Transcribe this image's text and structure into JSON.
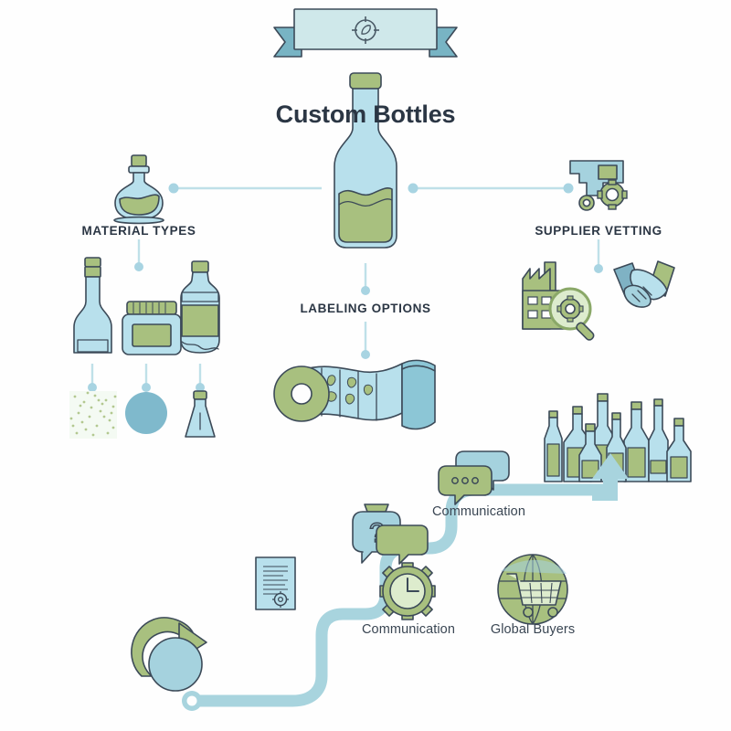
{
  "page": {
    "title": "Custom Bottles",
    "background": "#fefefe"
  },
  "banner": {
    "icon": "compass-leaf-icon",
    "fill": "#cfe8ea",
    "tail_fill": "#78b4c4",
    "stroke": "#4a5a66"
  },
  "palette": {
    "green": "#a8c07f",
    "green_dark": "#93b06c",
    "blue": "#a8d8e4",
    "blue_light": "#c3e4ec",
    "blue_mid": "#7fc0d0",
    "blue_deep": "#6aa8bb",
    "outline": "#3c4a58",
    "text": "#2b3644",
    "connector": "#bfe0e8",
    "path": "#a8d4de"
  },
  "nodes": {
    "material_types": {
      "label": "Material Types",
      "icon": "flask-bottle-icon"
    },
    "supplier_vetting": {
      "label": "Supplier Vetting",
      "icon": "machine-gears-icon"
    },
    "labeling_options": {
      "label": "Labeling Options",
      "icon": "label-roll-icon"
    },
    "communication_top": {
      "label": "Communication",
      "icon": "speech-bubbles-dots-icon"
    },
    "communication_bottom": {
      "label": "Communication",
      "icon": "gear-clock-icon"
    },
    "global_buyers": {
      "label": "Global Buyers",
      "icon": "globe-cart-icon"
    }
  },
  "material_row": {
    "items": [
      {
        "name": "glass-bottle-icon"
      },
      {
        "name": "jar-icon"
      },
      {
        "name": "plastic-bottle-icon"
      }
    ],
    "sub_items": [
      {
        "name": "granules-swatch-icon"
      },
      {
        "name": "blue-disc-icon"
      },
      {
        "name": "small-flask-icon"
      }
    ]
  },
  "supplier_row": {
    "items": [
      {
        "name": "factory-magnifier-gear-icon"
      },
      {
        "name": "handshake-icon"
      }
    ]
  },
  "journey": {
    "start_icon": "circle-arrow-icon",
    "certificate_icon": "certificate-gear-icon",
    "question_icon": "question-speech-bubble-icon",
    "end_icon": "up-arrow-icon",
    "destination": "bottle-cluster"
  },
  "bottle_cluster": {
    "count": 8,
    "name": "bottle-collection"
  },
  "hero": {
    "name": "custom-bottle-hero",
    "cap": "#a8c07f",
    "body": "#b8e0ec",
    "liquid": "#a8c07f"
  }
}
